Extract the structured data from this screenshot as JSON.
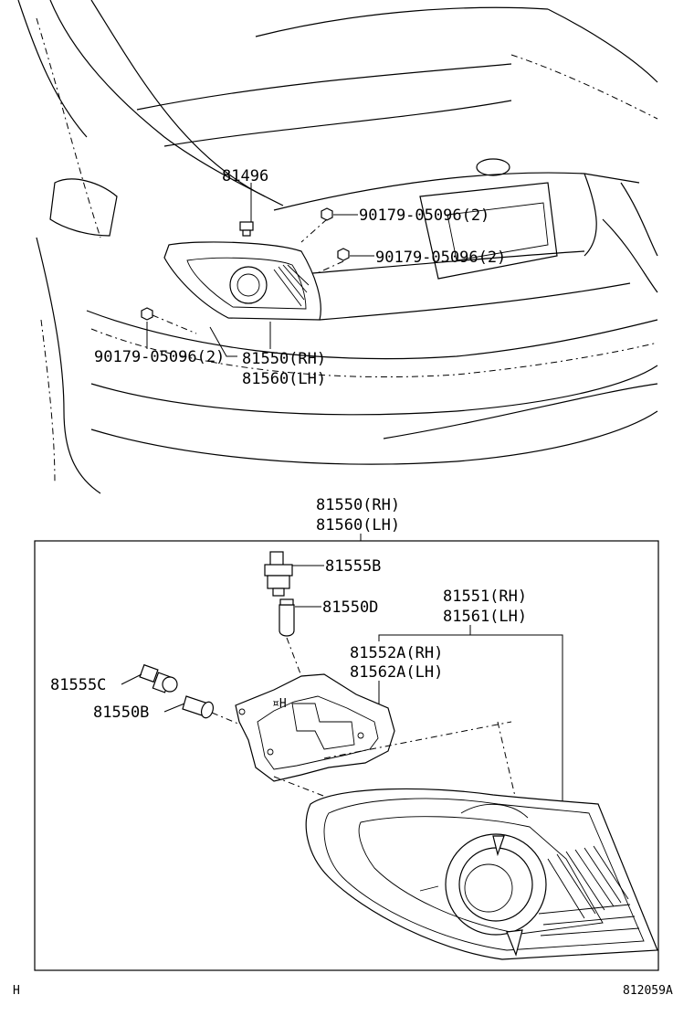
{
  "diagram": {
    "figure_number": "812059A",
    "corner_mark": "H",
    "upper_view": {
      "labels": {
        "clip": "81496",
        "screw_top_1": "90179-05096(2)",
        "screw_top_2": "90179-05096(2)",
        "screw_left": "90179-05096(2)",
        "lamp_rh": "81550(RH)",
        "lamp_lh": "81560(LH)"
      }
    },
    "exploded_view": {
      "box_label_rh": "81550(RH)",
      "box_label_lh": "81560(LH)",
      "labels": {
        "socket_b": "81555B",
        "bulb_d": "81550D",
        "socket_c": "81555C",
        "bulb_b": "81550B",
        "lens_rh": "81551(RH)",
        "lens_lh": "81561(LH)",
        "gasket_rh": "81552A(RH)",
        "gasket_lh": "81562A(LH)"
      }
    }
  }
}
